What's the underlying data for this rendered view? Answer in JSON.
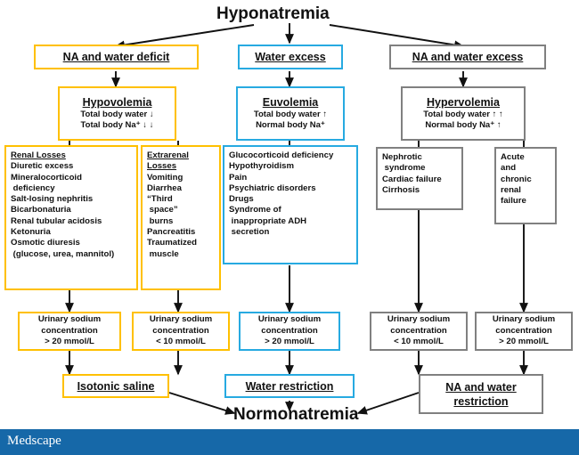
{
  "diagram": {
    "title": "Hyponatremia",
    "outcome": "Normonatremia",
    "colors": {
      "yellow": "#FFC000",
      "blue": "#27AAE1",
      "gray": "#808080",
      "footer_blue": "#1668A8",
      "text": "#111111"
    },
    "branches": {
      "left": {
        "label": "NA and water deficit",
        "volume_status": {
          "header": "Hypovolemia",
          "lines": [
            "Total body water ↓",
            "Total body Na⁺ ↓ ↓"
          ]
        },
        "causes": [
          {
            "header": "Renal Losses",
            "items": [
              "Diuretic excess",
              "Mineralocorticoid",
              " deficiency",
              "Salt-losing nephritis",
              "Bicarbonaturia",
              "Renal tubular acidosis",
              "Ketonuria",
              "Osmotic diuresis",
              " (glucose, urea, mannitol)"
            ]
          },
          {
            "header": "Extrarenal",
            "header2": "Losses",
            "items": [
              "Vomiting",
              "Diarrhea",
              "“Third",
              " space”",
              " burns",
              "Pancreatitis",
              "Traumatized",
              " muscle"
            ]
          }
        ],
        "urine": [
          [
            "Urinary sodium",
            "concentration",
            "> 20 mmol/L"
          ],
          [
            "Urinary sodium",
            "concentration",
            "< 10 mmol/L"
          ]
        ],
        "treatment": "Isotonic saline"
      },
      "middle": {
        "label": "Water excess",
        "volume_status": {
          "header": "Euvolemia",
          "lines": [
            "Total body water ↑",
            "Normal body Na⁺"
          ]
        },
        "causes": [
          {
            "items": [
              "Glucocorticoid deficiency",
              "Hypothyroidism",
              "Pain",
              "Psychiatric disorders",
              "Drugs",
              "Syndrome of",
              " inappropriate ADH",
              " secretion"
            ]
          }
        ],
        "urine": [
          [
            "Urinary sodium",
            "concentration",
            "> 20 mmol/L"
          ]
        ],
        "treatment": "Water restriction"
      },
      "right": {
        "label": "NA and water excess",
        "volume_status": {
          "header": "Hypervolemia",
          "lines": [
            "Total body water ↑ ↑",
            "Normal body Na⁺ ↑"
          ]
        },
        "causes": [
          {
            "items": [
              "Nephrotic",
              " syndrome",
              "Cardiac failure",
              "Cirrhosis"
            ]
          },
          {
            "items": [
              "Acute",
              "and",
              "chronic",
              "renal",
              "failure"
            ]
          }
        ],
        "urine": [
          [
            "Urinary sodium",
            "concentration",
            "< 10 mmol/L"
          ],
          [
            "Urinary sodium",
            "concentration",
            "> 20 mmol/L"
          ]
        ],
        "treatment_line1": "NA and water",
        "treatment_line2": "restriction"
      }
    }
  },
  "footer": {
    "brand": "Medscape"
  }
}
